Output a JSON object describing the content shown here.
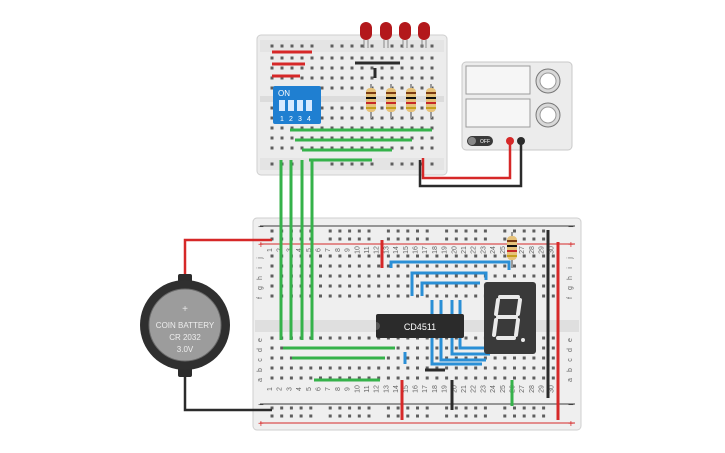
{
  "dip_switch": {
    "on_label": "ON",
    "positions": [
      "1",
      "2",
      "3",
      "4"
    ]
  },
  "ic": {
    "label": "CD4511"
  },
  "battery": {
    "line1": "COIN BATTERY",
    "line2": "CR 2032",
    "line3": "3.0V"
  },
  "breadboard": {
    "row_letters_top": [
      "j",
      "i",
      "h",
      "g",
      "f"
    ],
    "row_letters_bottom": [
      "e",
      "d",
      "c",
      "b",
      "a"
    ],
    "column_numbers": [
      "1",
      "2",
      "3",
      "4",
      "5",
      "6",
      "7",
      "8",
      "9",
      "10",
      "11",
      "12",
      "13",
      "14",
      "15",
      "16",
      "17",
      "18",
      "19",
      "20",
      "21",
      "22",
      "23",
      "24",
      "25",
      "26",
      "27",
      "28",
      "29",
      "30"
    ],
    "rail_minus": "−",
    "rail_plus": "+"
  },
  "power_supply": {
    "off_label": "OFF"
  },
  "seven_segment": {
    "digit": "8"
  },
  "colors": {
    "wire_red": "#d62828",
    "wire_green": "#35b24a",
    "wire_blue": "#2a8fd6",
    "wire_black": "#2b2b2b",
    "board": "#efefef",
    "led": "#b3181c"
  }
}
